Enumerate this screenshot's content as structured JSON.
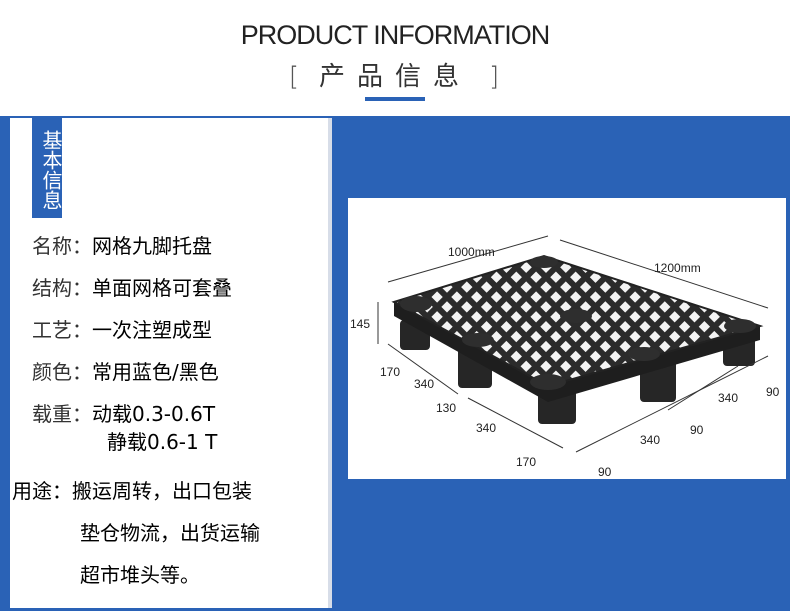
{
  "header": {
    "title_en": "PRODUCT INFORMATION",
    "bracket_open": "[",
    "title_cn": "产品信息",
    "bracket_close": "]"
  },
  "badge": "基本信息",
  "specs": [
    {
      "label": "名称：",
      "value": "网格九脚托盘"
    },
    {
      "label": "结构：",
      "value": "单面网格可套叠"
    },
    {
      "label": "工艺：",
      "value": "一次注塑成型"
    },
    {
      "label": "颜色：",
      "value": "常用蓝色/黑色"
    },
    {
      "label": "载重：",
      "value": "动载0.3-0.6T"
    }
  ],
  "load_static": "静载0.6-1 T",
  "usage": {
    "label": "用途：",
    "lines": [
      "搬运周转，出口包装",
      "垫仓物流，出货运输",
      "超市堆头等。"
    ]
  },
  "dimensions": {
    "length": "1000mm",
    "width": "1200mm",
    "height": "145",
    "d170a": "170",
    "d340a": "340",
    "d130": "130",
    "d340b": "340",
    "d170b": "170",
    "d340c": "340",
    "d90a": "90",
    "d340d": "340",
    "d90b": "90",
    "d90c": "90"
  },
  "colors": {
    "brand_blue": "#2a62b6",
    "pallet": "#2b2b2b"
  }
}
